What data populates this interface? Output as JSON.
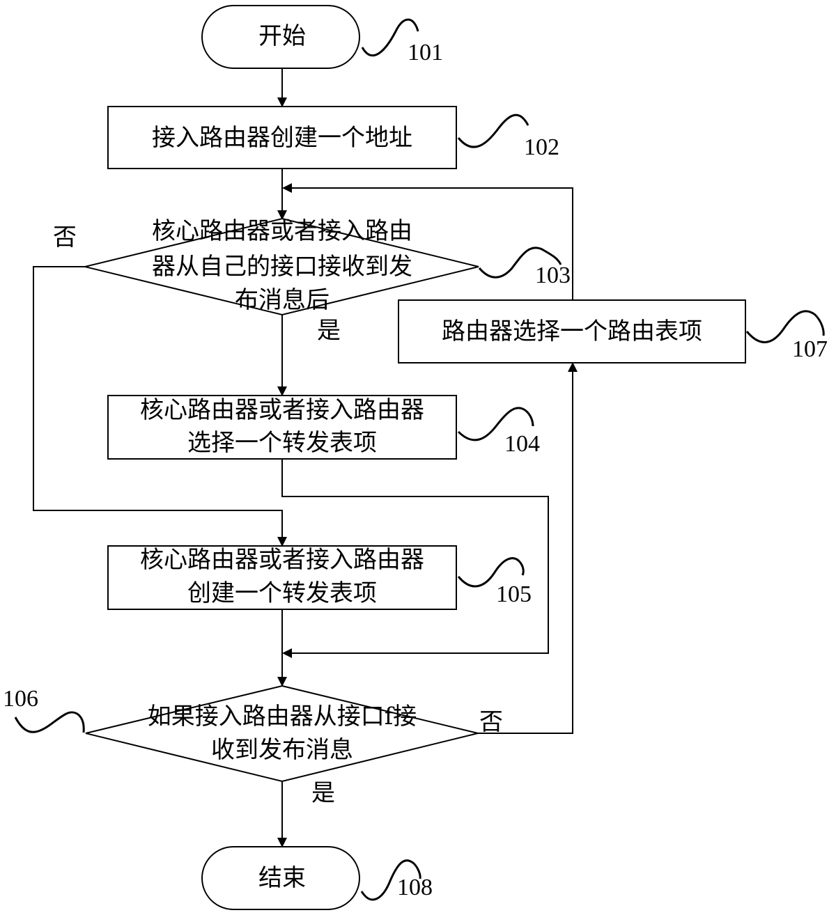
{
  "nodes": {
    "start": "开始",
    "n102": "接入路由器创建一个地址",
    "n103": [
      "核心路由器或者接入路由",
      "器从自己的接口接收到发",
      "布消息后"
    ],
    "n104": [
      "核心路由器或者接入路由器",
      "选择一个转发表项"
    ],
    "n105": [
      "核心路由器或者接入路由器",
      "创建一个转发表项"
    ],
    "n106": [
      "如果接入路由器从接口f接",
      "收到发布消息"
    ],
    "n107": "路由器选择一个路由表项",
    "end": "结束"
  },
  "refs": {
    "r101": "101",
    "r102": "102",
    "r103": "103",
    "r104": "104",
    "r105": "105",
    "r106": "106",
    "r107": "107",
    "r108": "108"
  },
  "labels": {
    "no_103": "否",
    "yes_103": "是",
    "no_106": "否",
    "yes_106": "是"
  }
}
